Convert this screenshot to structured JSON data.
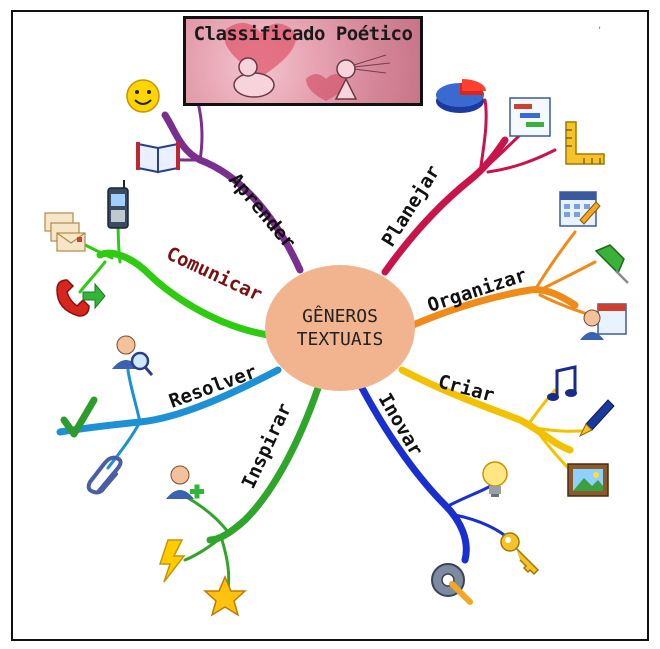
{
  "title": "Classificado Poético",
  "center": {
    "line1": "GÊNEROS",
    "line2": "TEXTUAIS",
    "color": "#f2b48f"
  },
  "branches": [
    {
      "label": "Aprender",
      "color": "#7a2f8f",
      "icons": [
        "smiley-icon",
        "book-icon"
      ]
    },
    {
      "label": "Comunicar",
      "color": "#2ecc10",
      "icons": [
        "mobile-phone-icon",
        "envelopes-icon",
        "telephone-icon"
      ]
    },
    {
      "label": "Resolver",
      "color": "#1e90d6",
      "icons": [
        "user-search-icon",
        "checkmark-icon",
        "paperclip-icon"
      ]
    },
    {
      "label": "Inspirar",
      "color": "#2fa62a",
      "icons": [
        "add-user-icon",
        "lightning-icon",
        "star-icon"
      ]
    },
    {
      "label": "Inovar",
      "color": "#1a2fd0",
      "icons": [
        "lightbulb-icon",
        "key-icon",
        "gear-wrench-icon"
      ]
    },
    {
      "label": "Criar",
      "color": "#f2c200",
      "icons": [
        "music-note-icon",
        "pen-nib-icon",
        "picture-icon"
      ]
    },
    {
      "label": "Organizar",
      "color": "#f08a18",
      "icons": [
        "calendar-icon",
        "pushpin-icon",
        "user-calendar-icon"
      ]
    },
    {
      "label": "Planejar",
      "color": "#c8144a",
      "icons": [
        "pie-chart-icon",
        "gantt-chart-icon",
        "ruler-icon"
      ]
    }
  ]
}
